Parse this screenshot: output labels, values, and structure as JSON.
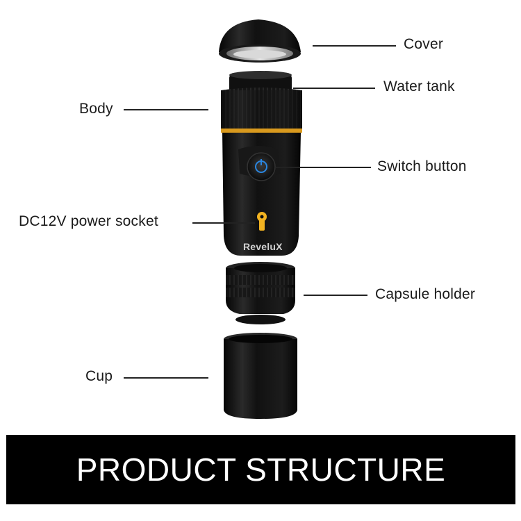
{
  "labels": {
    "cover": "Cover",
    "water_tank": "Water tank",
    "body": "Body",
    "switch_button": "Switch button",
    "power_socket": "DC12V power socket",
    "capsule_holder": "Capsule holder",
    "cup": "Cup"
  },
  "brand": "ReveluX",
  "banner": "PRODUCT STRUCTURE",
  "colors": {
    "device": "#0d0d0d",
    "accent_ring": "#d99a1e",
    "socket": "#f2b321",
    "button_glow": "#2a86e0",
    "banner_bg": "#000000",
    "banner_text": "#ffffff"
  }
}
